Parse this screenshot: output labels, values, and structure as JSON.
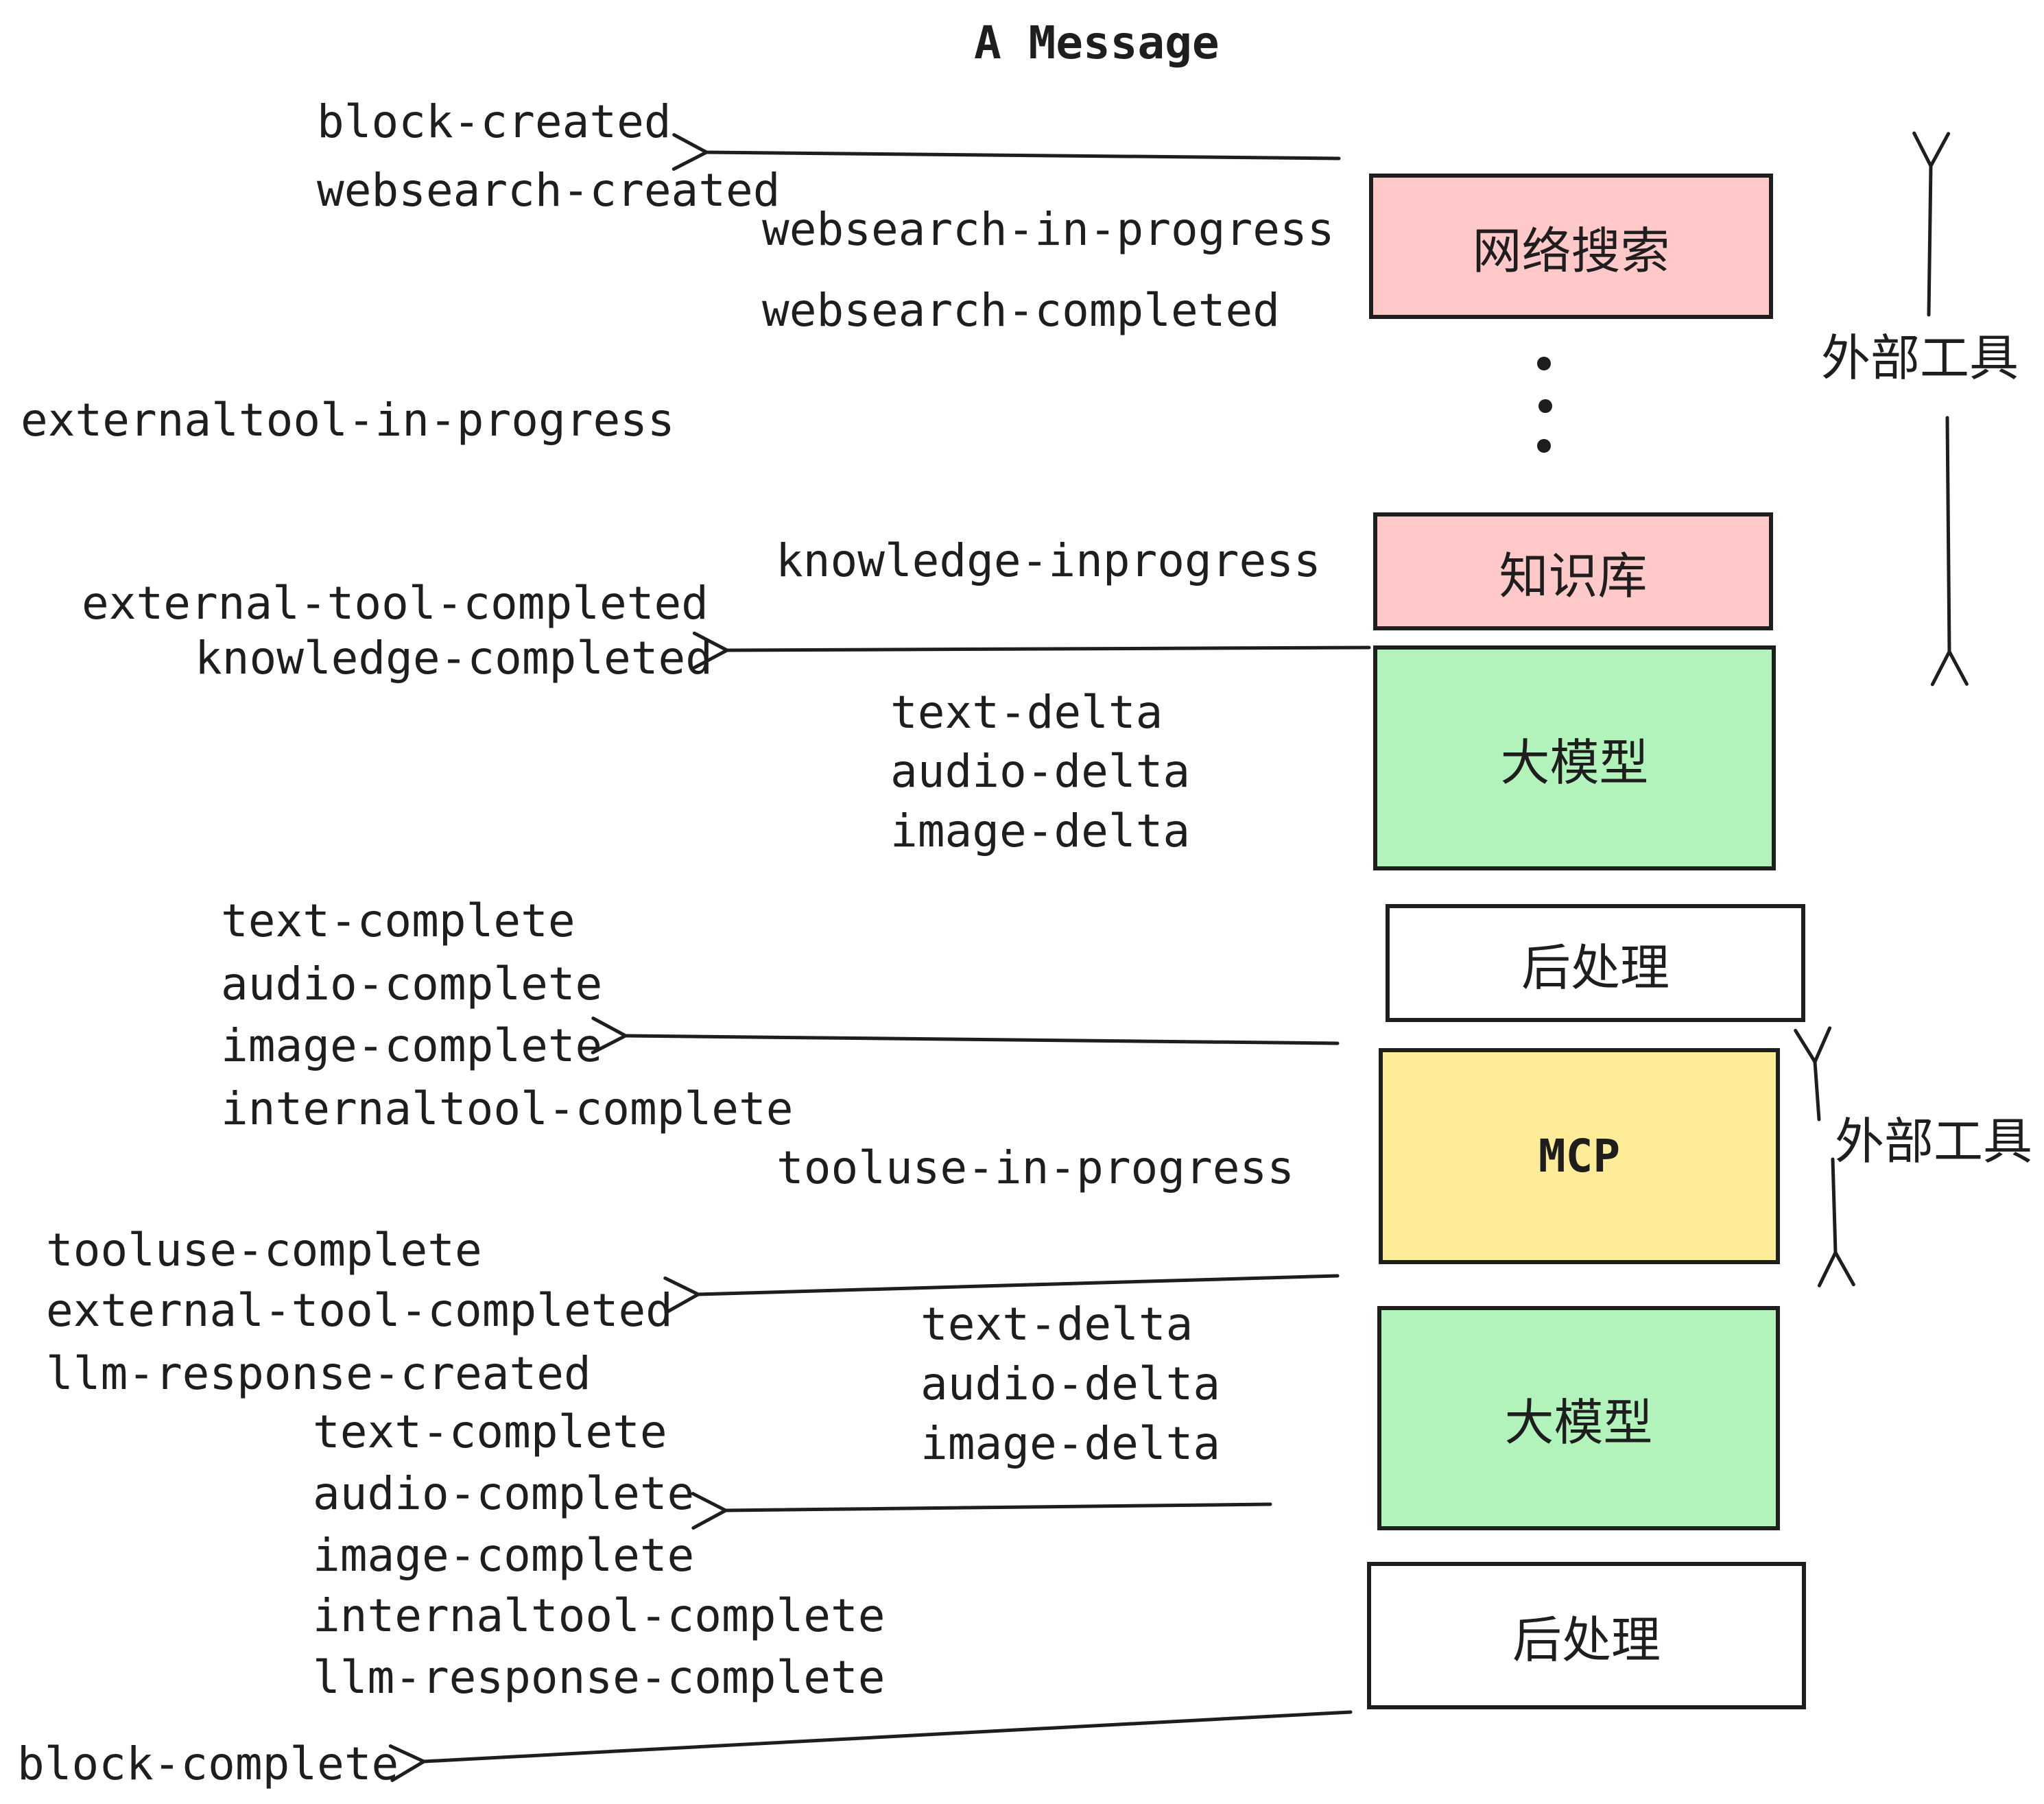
{
  "title": "A Message",
  "boxes": [
    {
      "label": "网络搜索",
      "color": "#FFC9C9"
    },
    {
      "label": "知识库",
      "color": "#FFC9C9"
    },
    {
      "label": "大模型",
      "color": "#B2F2BB"
    },
    {
      "label": "后处理",
      "color": "#FFFFFF"
    },
    {
      "label": "MCP",
      "color": "#FFEC99"
    },
    {
      "label": "大模型",
      "color": "#B2F2BB"
    },
    {
      "label": "后处理",
      "color": "#FFFFFF"
    }
  ],
  "labels": [
    {
      "text": "block-created"
    },
    {
      "text": "websearch-created"
    },
    {
      "text": "websearch-in-progress"
    },
    {
      "text": "websearch-completed"
    },
    {
      "text": "externaltool-in-progress"
    },
    {
      "text": "knowledge-inprogress"
    },
    {
      "text": "external-tool-completed"
    },
    {
      "text": "knowledge-completed"
    },
    {
      "text": "text-delta"
    },
    {
      "text": "audio-delta"
    },
    {
      "text": "image-delta"
    },
    {
      "text": "text-complete"
    },
    {
      "text": "audio-complete"
    },
    {
      "text": "image-complete"
    },
    {
      "text": "internaltool-complete"
    },
    {
      "text": "tooluse-in-progress"
    },
    {
      "text": "tooluse-complete"
    },
    {
      "text": "external-tool-completed"
    },
    {
      "text": "llm-response-created"
    },
    {
      "text": "text-delta"
    },
    {
      "text": "audio-delta"
    },
    {
      "text": "image-delta"
    },
    {
      "text": "text-complete"
    },
    {
      "text": "audio-complete"
    },
    {
      "text": "image-complete"
    },
    {
      "text": "internaltool-complete"
    },
    {
      "text": "llm-response-complete"
    },
    {
      "text": "block-complete"
    }
  ],
  "annotations": {
    "external_tools_top": "外部工具",
    "external_tools_mcp": "外部工具"
  },
  "colors": {
    "ink": "#1E1E1E",
    "pink": "#FFC9C9",
    "green": "#B2F2BB",
    "yellow": "#FFEC99",
    "white": "#FFFFFF",
    "background": "#FFFFFF"
  }
}
